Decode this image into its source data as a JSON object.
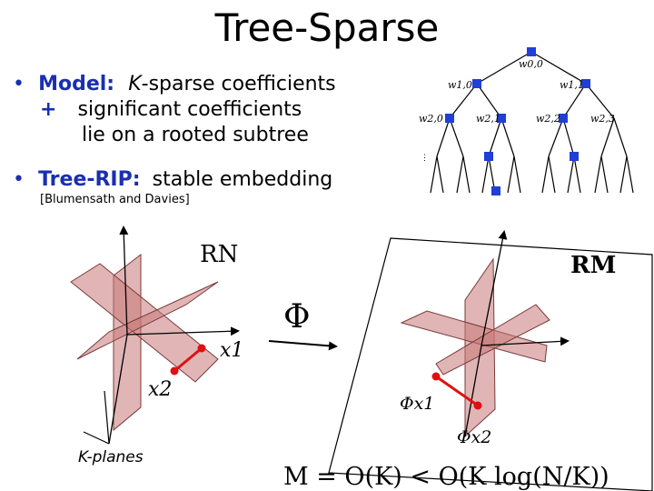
{
  "slide": {
    "title": "Tree-Sparse",
    "bullet1": {
      "label": "Model:",
      "k": "K",
      "rest": "-sparse coefficients",
      "plus": "+",
      "line2": "significant coefficients",
      "line3": "lie on a rooted subtree"
    },
    "bullet2": {
      "label": "Tree-RIP:",
      "rest": "stable embedding"
    },
    "citation": "[Blumensath and Davies]"
  },
  "tree": {
    "nodes": {
      "w00": "w0,0",
      "w10": "w1,0",
      "w11": "w1,1",
      "w20": "w2,0",
      "w21": "w2,1",
      "w22": "w2,2",
      "w23": "w2,3"
    },
    "ellipsis": "⋮",
    "node_color": "#1f3fd6"
  },
  "left_space": {
    "space_label": "RN",
    "x1_label": "x1",
    "x2_label": "x2",
    "planes_caption": "K-planes",
    "plane_color": "#c87878",
    "segment_color": "#e01010"
  },
  "mapping": {
    "phi_label": "Φ"
  },
  "right_space": {
    "space_label": "RM",
    "phix1_label": "Φx1",
    "phix2_label": "Φx2"
  },
  "formula": "M = O(K) < O(K log(N/K))"
}
